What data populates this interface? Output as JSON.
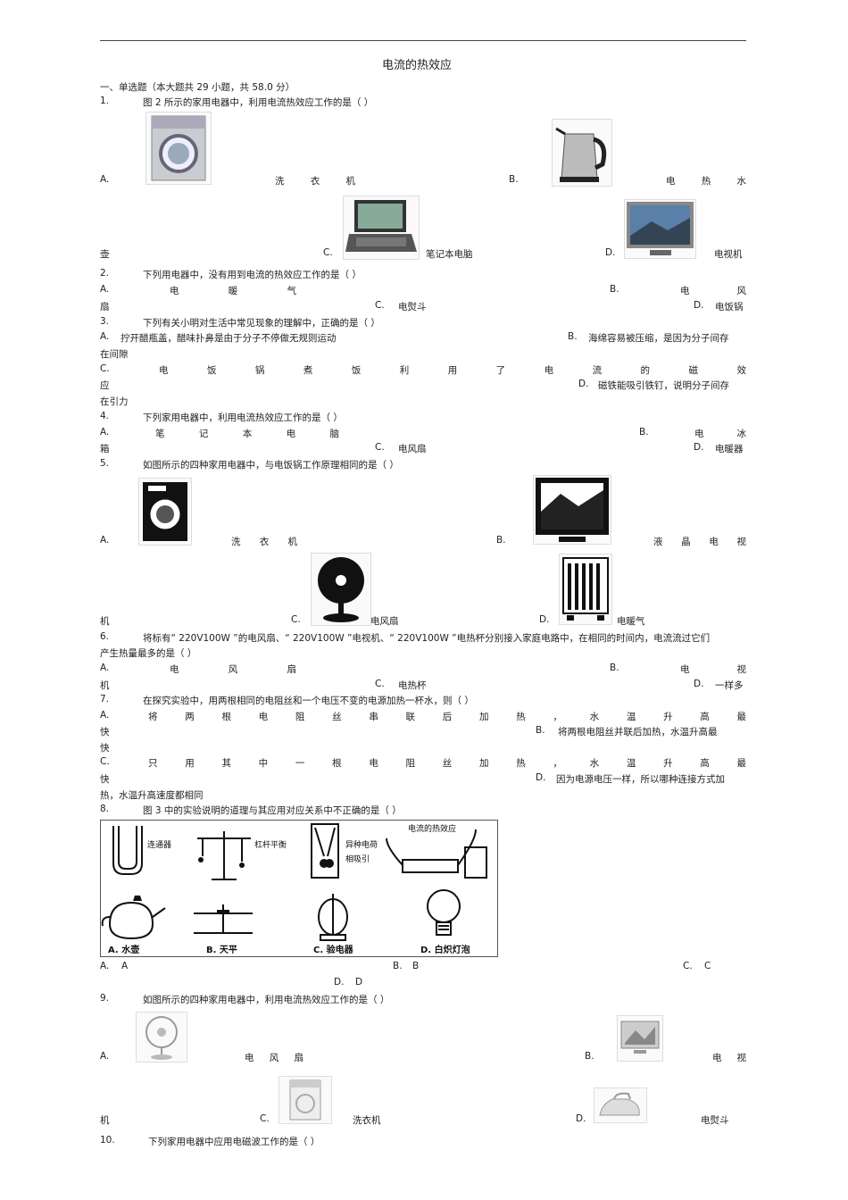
{
  "doc": {
    "title": "电流的热效应",
    "section": "一、单选题（本大题共   29 小题，共   58.0  分）"
  },
  "q1": {
    "num": "1.",
    "stem": "图 2 所示的家用电器中，利用电流热效应工作的是（               ）",
    "a": "A.",
    "a_text": [
      "洗",
      "衣",
      "机"
    ],
    "b": "B.",
    "b_text": [
      "电",
      "热",
      "水"
    ],
    "b_wrap": "壶",
    "c": "C.",
    "c_text": "笔记本电脑",
    "d": "D.",
    "d_text": "电视机"
  },
  "q2": {
    "num": "2.",
    "stem": "下列用电器中，没有用到电流的热效应工作的是（               ）",
    "a": "A.",
    "a_text": [
      "电",
      "暖",
      "气"
    ],
    "b": "B.",
    "b_text": [
      "电",
      "风"
    ],
    "b_wrap": "扇",
    "c": "C.",
    "c_text": "电熨斗",
    "d": "D.",
    "d_text": "电饭锅"
  },
  "q3": {
    "num": "3.",
    "stem": "下列有关小明对生活中常见现象的理解中，正确的是（               ）",
    "a": "A.",
    "a_text": "拧开醋瓶盖，醋味扑鼻是由于分子不停做无规则运动",
    "b": "B.",
    "b_text": "海绵容易被压缩，是因为分子间存",
    "b_wrap": "在间隙",
    "c": "C.",
    "c_text": [
      "电",
      "饭",
      "锅",
      "煮",
      "饭",
      "利",
      "用",
      "了",
      "电",
      "流",
      "的",
      "磁",
      "效"
    ],
    "c_wrap": "应",
    "d": "D.",
    "d_text": "磁铁能吸引铁钉，说明分子间存",
    "d_wrap": "在引力"
  },
  "q4": {
    "num": "4.",
    "stem": "下列家用电器中，利用电流热效应工作的是（               ）",
    "a": "A.",
    "a_text": [
      "笔",
      "记",
      "本",
      "电",
      "脑"
    ],
    "b": "B.",
    "b_text": [
      "电",
      "冰"
    ],
    "b_wrap": "箱",
    "c": "C.",
    "c_text": "电风扇",
    "d": "D.",
    "d_text": "电暖器"
  },
  "q5": {
    "num": "5.",
    "stem": "如图所示的四种家用电器中，与电饭锅工作原理相同的是（               ）",
    "a": "A.",
    "a_text": [
      "洗",
      "衣",
      "机"
    ],
    "b": "B.",
    "b_text": [
      "液",
      "晶",
      "电",
      "视"
    ],
    "b_wrap": "机",
    "c": "C.",
    "c_text": "电风扇",
    "d": "D.",
    "d_text": "电暖气"
  },
  "q6": {
    "num": "6.",
    "stem": "将标有“ 220V100W ”的电风扇、“ 220V100W ”电视机、“ 220V100W ”电热杯分别接入家庭电路中，在相同的时间内，电流流过它们",
    "stem2": "产生热量最多的是（               ）",
    "a": "A.",
    "a_text": [
      "电",
      "风",
      "扇"
    ],
    "b": "B.",
    "b_text": [
      "电",
      "视"
    ],
    "b_wrap": "机",
    "c": "C.",
    "c_text": "电热杯",
    "d": "D.",
    "d_text": "一样多"
  },
  "q7": {
    "num": "7.",
    "stem": "在探究实验中，用两根相同的电阻丝和一个电压不变的电源加热一杯水，则（               ）",
    "a": "A.",
    "a_text": [
      "将",
      "两",
      "根",
      "电",
      "阻",
      "丝",
      "串",
      "联",
      "后",
      "加",
      "热",
      "，",
      "水",
      "温",
      "升",
      "高",
      "最"
    ],
    "a_wrap": "快",
    "b": "B.",
    "b_text": "将两根电阻丝并联后加热，水温升高最",
    "b_wrap": "快",
    "c": "C.",
    "c_text": [
      "只",
      "用",
      "其",
      "中",
      "一",
      "根",
      "电",
      "阻",
      "丝",
      "加",
      "热",
      "，",
      "水",
      "温",
      "升",
      "高",
      "最"
    ],
    "c_wrap": "快",
    "d": "D.",
    "d_text": "因为电源电压一样，所以哪种连接方式加",
    "d_wrap": "热，水温升高速度都相同"
  },
  "q8": {
    "num": "8.",
    "stem": "图 3 中的实验说明的道理与其应用对应关系中不正确的是（               ）",
    "fig": {
      "p1": "连通器",
      "p2": "杠杆平衡",
      "p3a": "异种电荷",
      "p3b": "相吸引",
      "p4": "电流的热效应",
      "c1": "A. 水壶",
      "c2": "B. 天平",
      "c3": "C. 验电器",
      "c4": "D. 白炽灯泡"
    },
    "a": "A.",
    "a_text": "A",
    "b": "B.",
    "b_text": "B",
    "c": "C.",
    "c_text": "C",
    "d": "D.",
    "d_text": "D"
  },
  "q9": {
    "num": "9.",
    "stem": "如图所示的四种家用电器中，利用电流热效应工作的是（               ）",
    "a": "A.",
    "a_text": [
      "电",
      "风",
      "扇"
    ],
    "b": "B.",
    "b_text": [
      "电",
      "视"
    ],
    "b_wrap": "机",
    "c": "C.",
    "c_text": "洗衣机",
    "d": "D.",
    "d_text": "电熨斗"
  },
  "q10": {
    "num": "10.",
    "stem": "下列家用电器中应用电磁波工作的是（               ）"
  },
  "icons": [
    "washing-machine-icon",
    "kettle-icon",
    "laptop-icon",
    "tv-icon",
    "fan-icon",
    "heater-icon",
    "iron-icon"
  ]
}
